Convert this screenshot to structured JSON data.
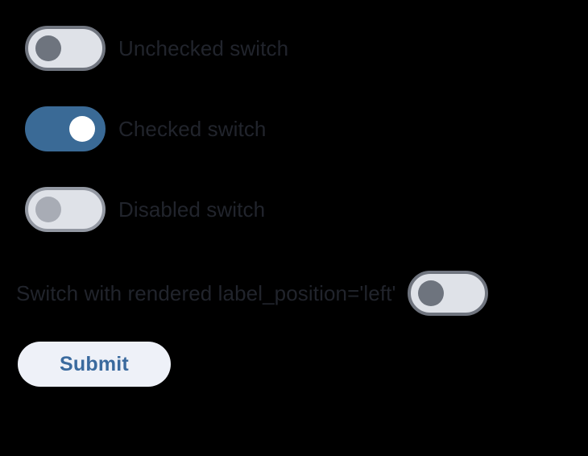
{
  "page": {
    "background_color": "#000000"
  },
  "colors": {
    "label_text": "#21242c",
    "track_off": "#dfe2e8",
    "track_on": "#3a6a96",
    "border_enabled": "#70757f",
    "border_disabled": "#9398a2",
    "thumb_enabled": "#6e747e",
    "thumb_disabled": "#a8acb5",
    "thumb_on": "#ffffff",
    "button_bg": "#eef1f8",
    "button_text": "#3a6a9e"
  },
  "switches": [
    {
      "name": "unchecked-switch",
      "label": "Unchecked switch",
      "state": "off",
      "checked": false,
      "disabled": false,
      "label_position": "right"
    },
    {
      "name": "checked-switch",
      "label": "Checked switch",
      "state": "on",
      "checked": true,
      "disabled": false,
      "label_position": "right"
    },
    {
      "name": "disabled-switch",
      "label": "Disabled switch",
      "state": "off",
      "checked": false,
      "disabled": true,
      "label_position": "right"
    },
    {
      "name": "label-left-switch",
      "label": "Switch with rendered label_position='left'",
      "state": "off",
      "checked": false,
      "disabled": false,
      "label_position": "left"
    }
  ],
  "form": {
    "submit_label": "Submit"
  }
}
